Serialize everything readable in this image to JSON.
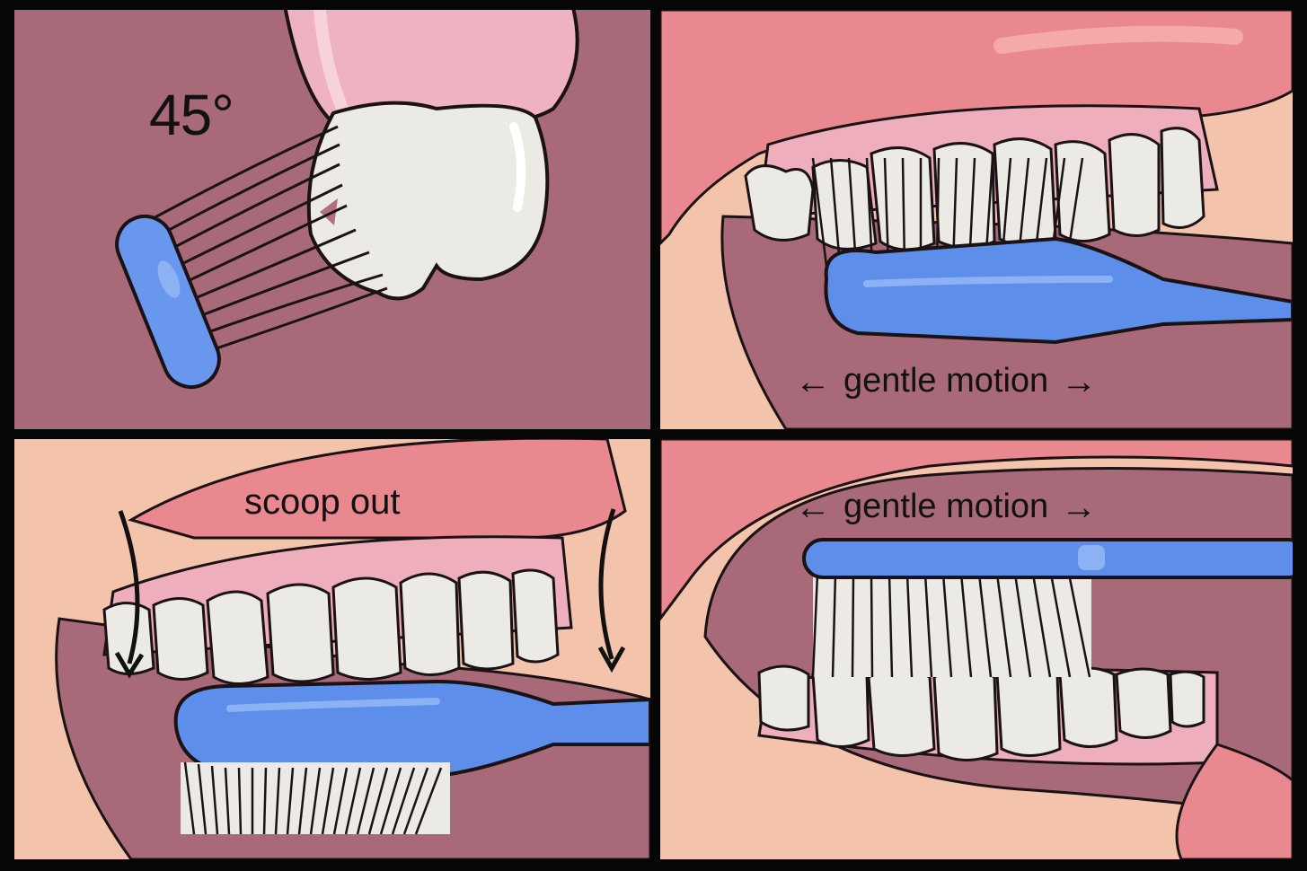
{
  "panels": {
    "angle": {
      "label": "45°"
    },
    "outer_upper": {
      "motion_label": "gentle motion",
      "left_arrow": "←",
      "right_arrow": "→"
    },
    "inner_front": {
      "label": "scoop out"
    },
    "outer_lower": {
      "motion_label": "gentle motion",
      "left_arrow": "←",
      "right_arrow": "→"
    }
  },
  "colors": {
    "mouth_interior": "#a86a78",
    "skin": "#f3c3ab",
    "lip": "#e9888e",
    "gum": "#eeaebb",
    "tooth": "#eceae4",
    "brush": "#5d8eea",
    "outline": "#1a1214"
  }
}
